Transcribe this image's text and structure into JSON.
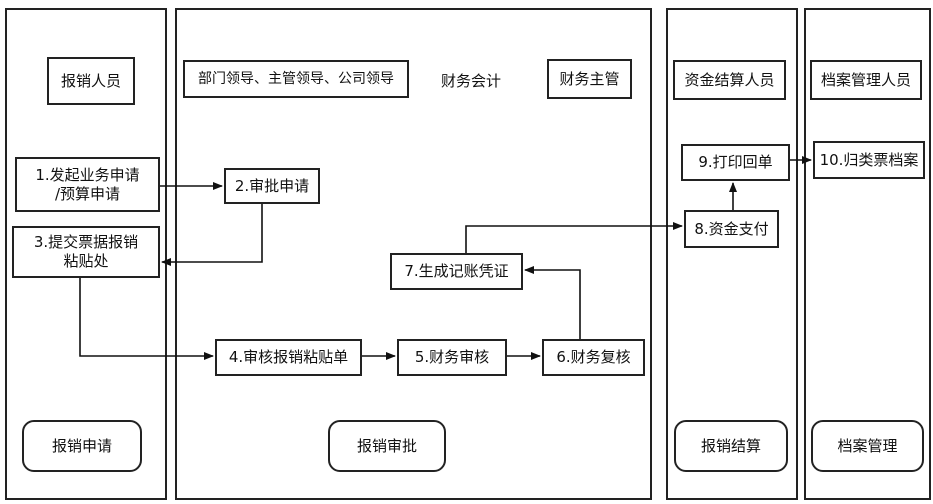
{
  "lanes": {
    "applicant": {
      "header": "报销人员",
      "footer": "报销申请"
    },
    "approval": {
      "headers": [
        "部门领导、主管领导、公司领导",
        "财务会计",
        "财务主管"
      ],
      "footer": "报销审批"
    },
    "settlement": {
      "header": "资金结算人员",
      "footer": "报销结算"
    },
    "archive": {
      "header": "档案管理人员",
      "footer": "档案管理"
    }
  },
  "steps": [
    {
      "id": "s1",
      "label": "1.发起业务申请\n/预算申请"
    },
    {
      "id": "s2",
      "label": "2.审批申请"
    },
    {
      "id": "s3",
      "label": "3.提交票据报销\n粘贴处"
    },
    {
      "id": "s4",
      "label": "4.审核报销粘贴单"
    },
    {
      "id": "s5",
      "label": "5.财务审核"
    },
    {
      "id": "s6",
      "label": "6.财务复核"
    },
    {
      "id": "s7",
      "label": "7.生成记账凭证"
    },
    {
      "id": "s8",
      "label": "8.资金支付"
    },
    {
      "id": "s9",
      "label": "9.打印回单"
    },
    {
      "id": "s10",
      "label": "10.归类票档案"
    }
  ]
}
